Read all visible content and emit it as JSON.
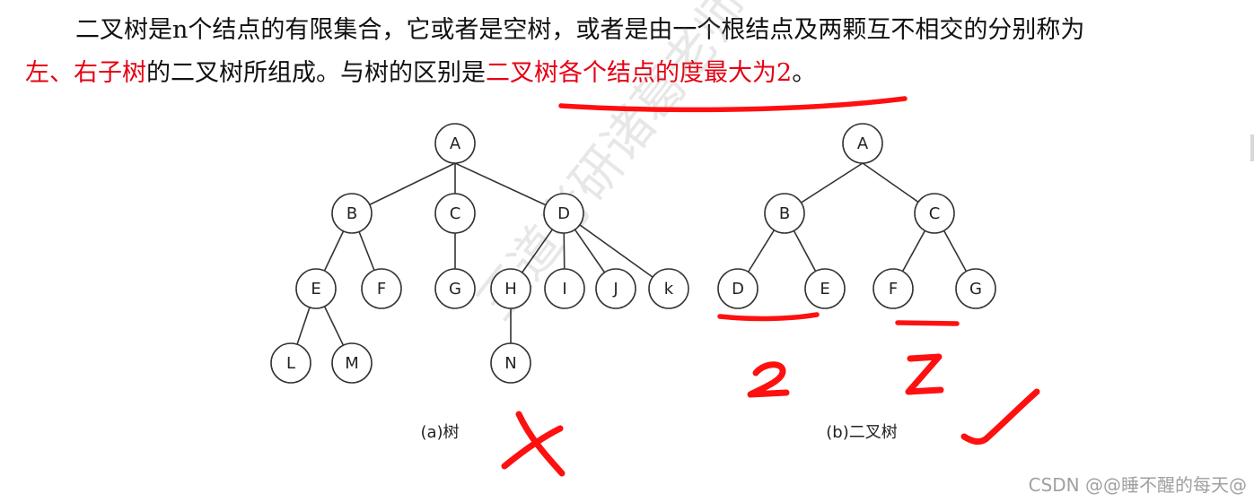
{
  "text": {
    "line1": "二叉树是n个结点的有限集合，它或者是空树，或者是由一个根结点及两颗互不相交的分别称为",
    "line2_red_a": "左、右子树",
    "line2_mid": "的二叉树所组成。与树的区别是",
    "line2_red_b": "二叉树各个结点的度最大为2",
    "line2_end": "。"
  },
  "tree_a": {
    "caption": "(a)树",
    "nodes": {
      "A": "A",
      "B": "B",
      "C": "C",
      "D": "D",
      "E": "E",
      "F": "F",
      "G": "G",
      "H": "H",
      "I": "I",
      "J": "J",
      "K": "k",
      "L": "L",
      "M": "M",
      "N": "N"
    }
  },
  "tree_b": {
    "caption": "(b)二叉树",
    "nodes": {
      "A": "A",
      "B": "B",
      "C": "C",
      "D": "D",
      "E": "E",
      "F": "F",
      "G": "G"
    }
  },
  "annotations": {
    "mark_left": "2",
    "mark_right": "Z"
  },
  "watermark": {
    "center_text": "王道考研诸葛老师",
    "footer_text": "CSDN @@睡不醒的每天@"
  },
  "colors": {
    "highlight_red": "#e60012",
    "ink_red": "#ff1010",
    "node_stroke": "#333333"
  }
}
